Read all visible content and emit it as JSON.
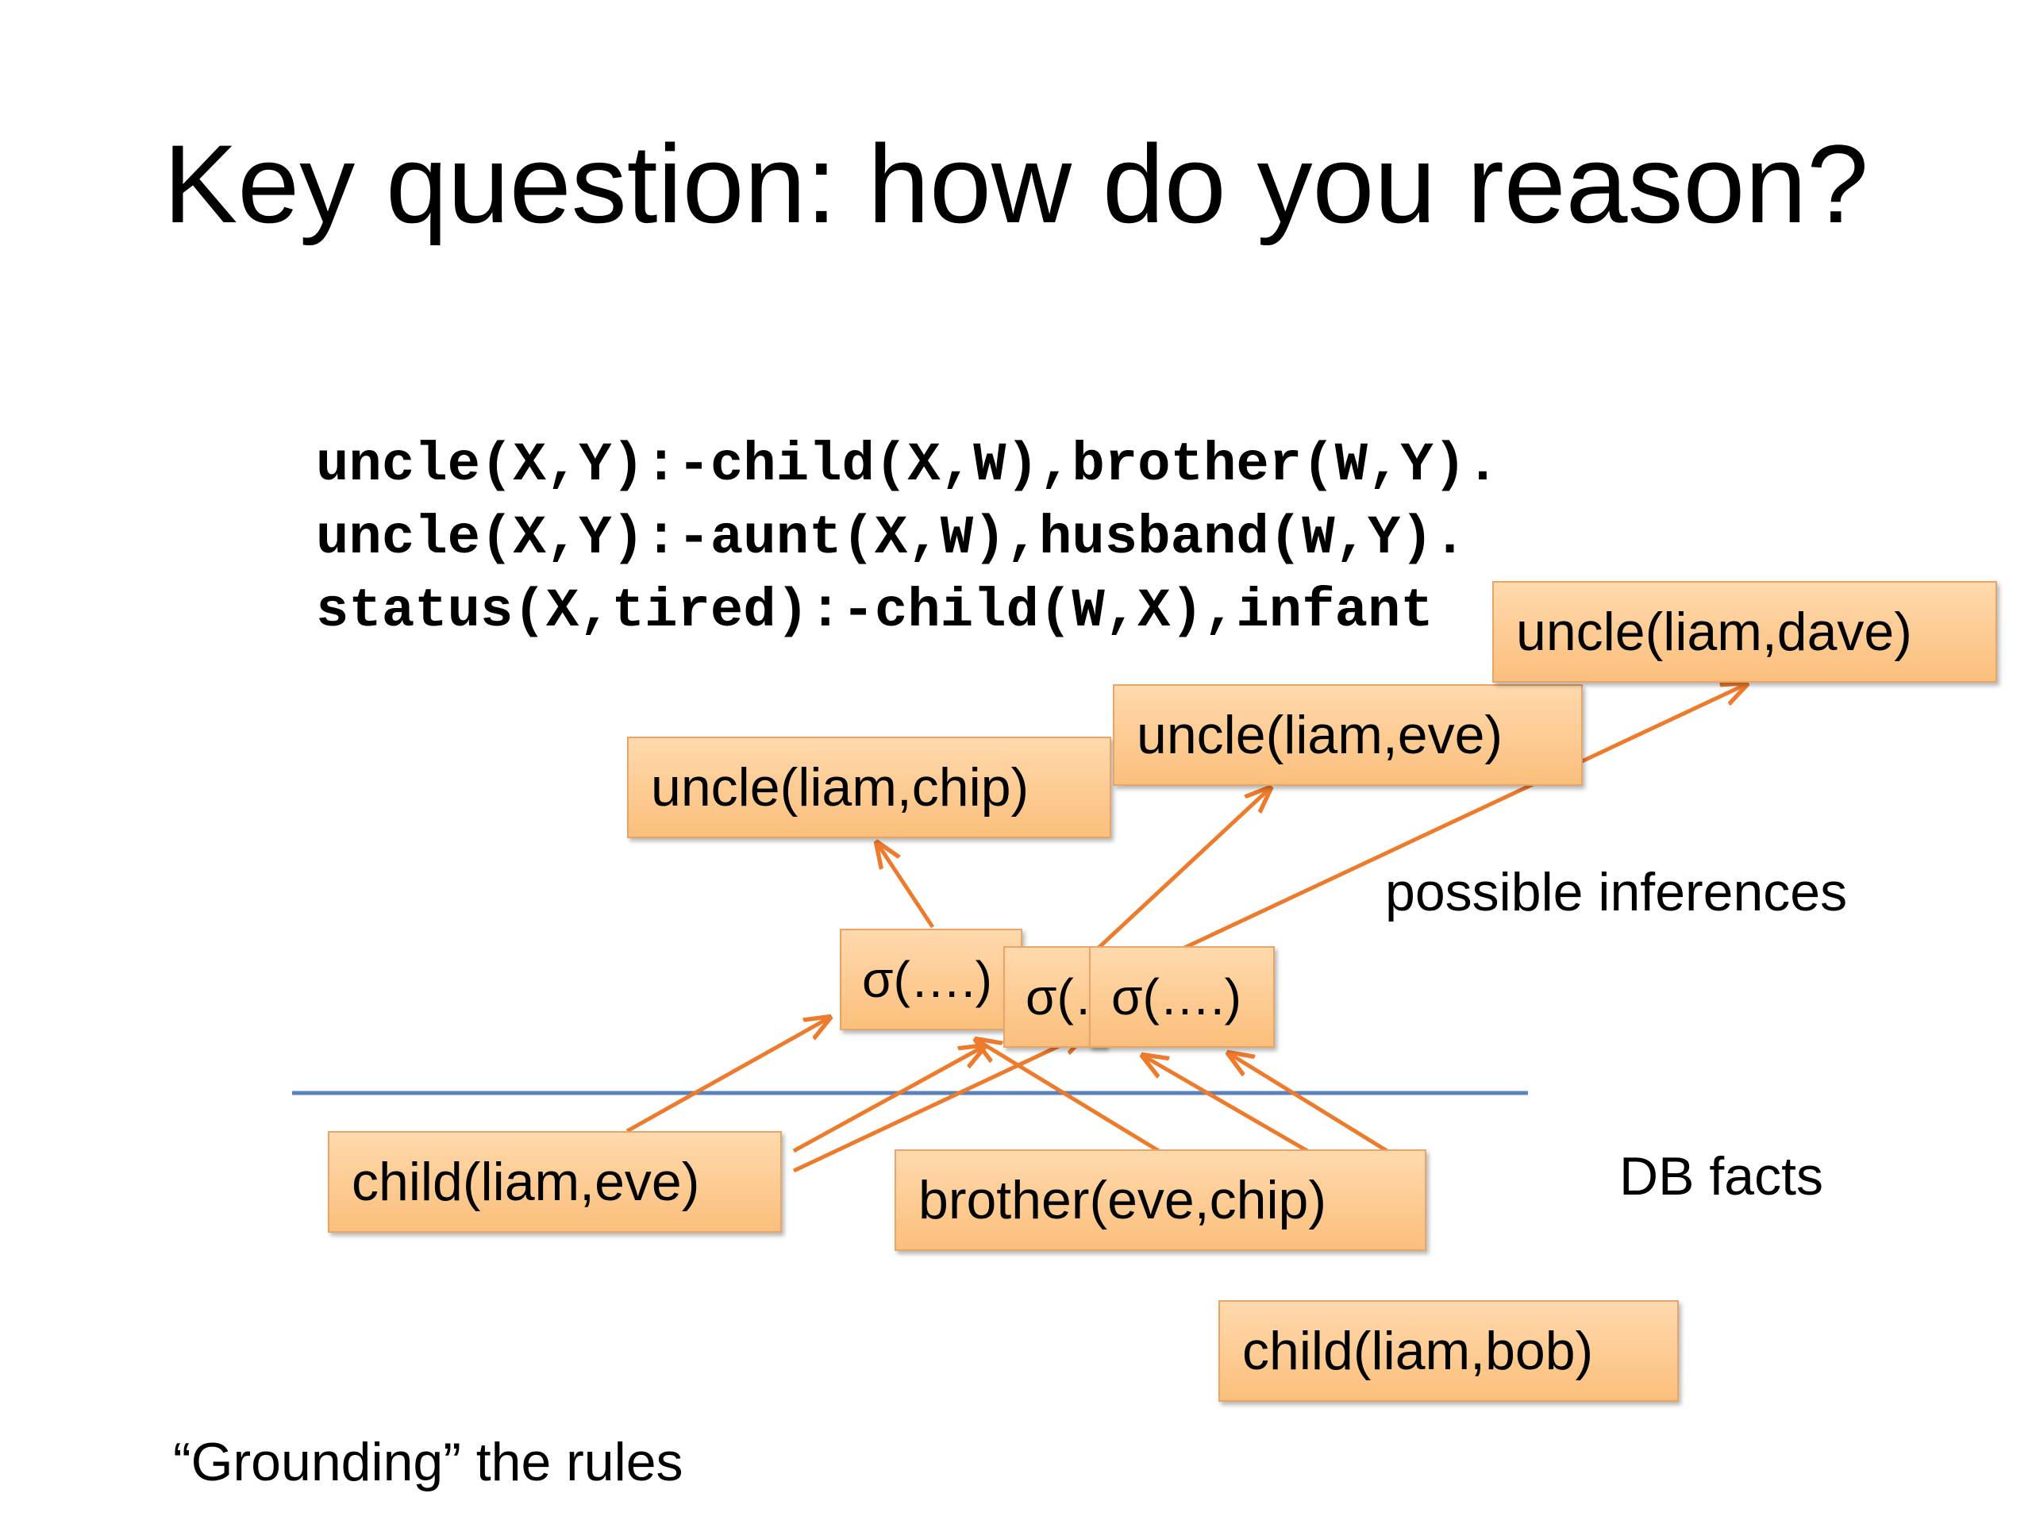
{
  "title": "Key question: how do you reason?",
  "rules": [
    "uncle(X,Y):-child(X,W),brother(W,Y).",
    "uncle(X,Y):-aunt(X,W),husband(W,Y).",
    "status(X,tired):-child(W,X),infant"
  ],
  "inferences": {
    "uncle_liam_chip": "uncle(liam,chip)",
    "uncle_liam_eve": "uncle(liam,eve)",
    "uncle_liam_dave": "uncle(liam,dave)"
  },
  "sigma_nodes": [
    "σ(….)",
    "σ(….)",
    "σ(….)"
  ],
  "db_facts": {
    "child_liam_eve": "child(liam,eve)",
    "brother_eve_chip": "brother(eve,chip)",
    "child_liam_bob": "child(liam,bob)"
  },
  "labels": {
    "possible_inferences": "possible inferences",
    "db_facts": "DB facts",
    "grounding": "“Grounding” the rules"
  },
  "colors": {
    "node_fill_top": "#ffd9ad",
    "node_fill_bottom": "#fbbf7c",
    "node_border": "#e8a56a",
    "arrow": "#ee7a2c",
    "divider": "#5b82c0"
  }
}
